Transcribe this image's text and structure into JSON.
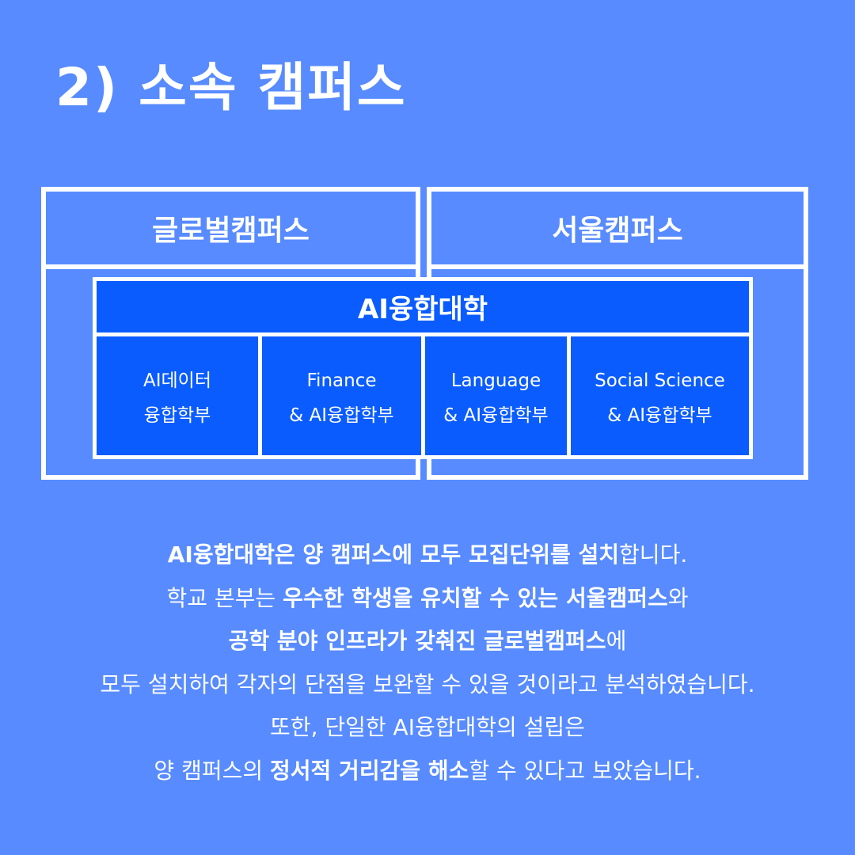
{
  "title": "2) 소속 캠퍼스",
  "campuses": {
    "global": "글로벌캠퍼스",
    "seoul": "서울캠퍼스"
  },
  "college": {
    "name": "AI융합대학",
    "departments": [
      {
        "line1": "AI데이터",
        "line2": "융합학부"
      },
      {
        "line1": "Finance",
        "line2": "& AI융합학부"
      },
      {
        "line1": "Language",
        "line2": "& AI융합학부"
      },
      {
        "line1": "Social Science",
        "line2": "& AI융합학부"
      }
    ]
  },
  "body": {
    "l1": {
      "b1": "AI융합대학은 양 캠퍼스에 모두 모집단위를 설치",
      "n1": "합니다."
    },
    "l2": {
      "n1": "학교 본부는 ",
      "b1": "우수한 학생을 유치할 수 있는 서울캠퍼스",
      "n2": "와"
    },
    "l3": {
      "b1": "공학 분야 인프라가 갖춰진 글로벌캠퍼스",
      "n1": "에"
    },
    "l4": "모두 설치하여 각자의 단점을 보완할 수 있을 것이라고 분석하였습니다.",
    "l5": "또한, 단일한 AI융합대학의 설립은",
    "l6": {
      "n1": "양 캠퍼스의 ",
      "b1": "정서적 거리감을 해소",
      "n2": "할 수 있다고 보았습니다."
    }
  }
}
